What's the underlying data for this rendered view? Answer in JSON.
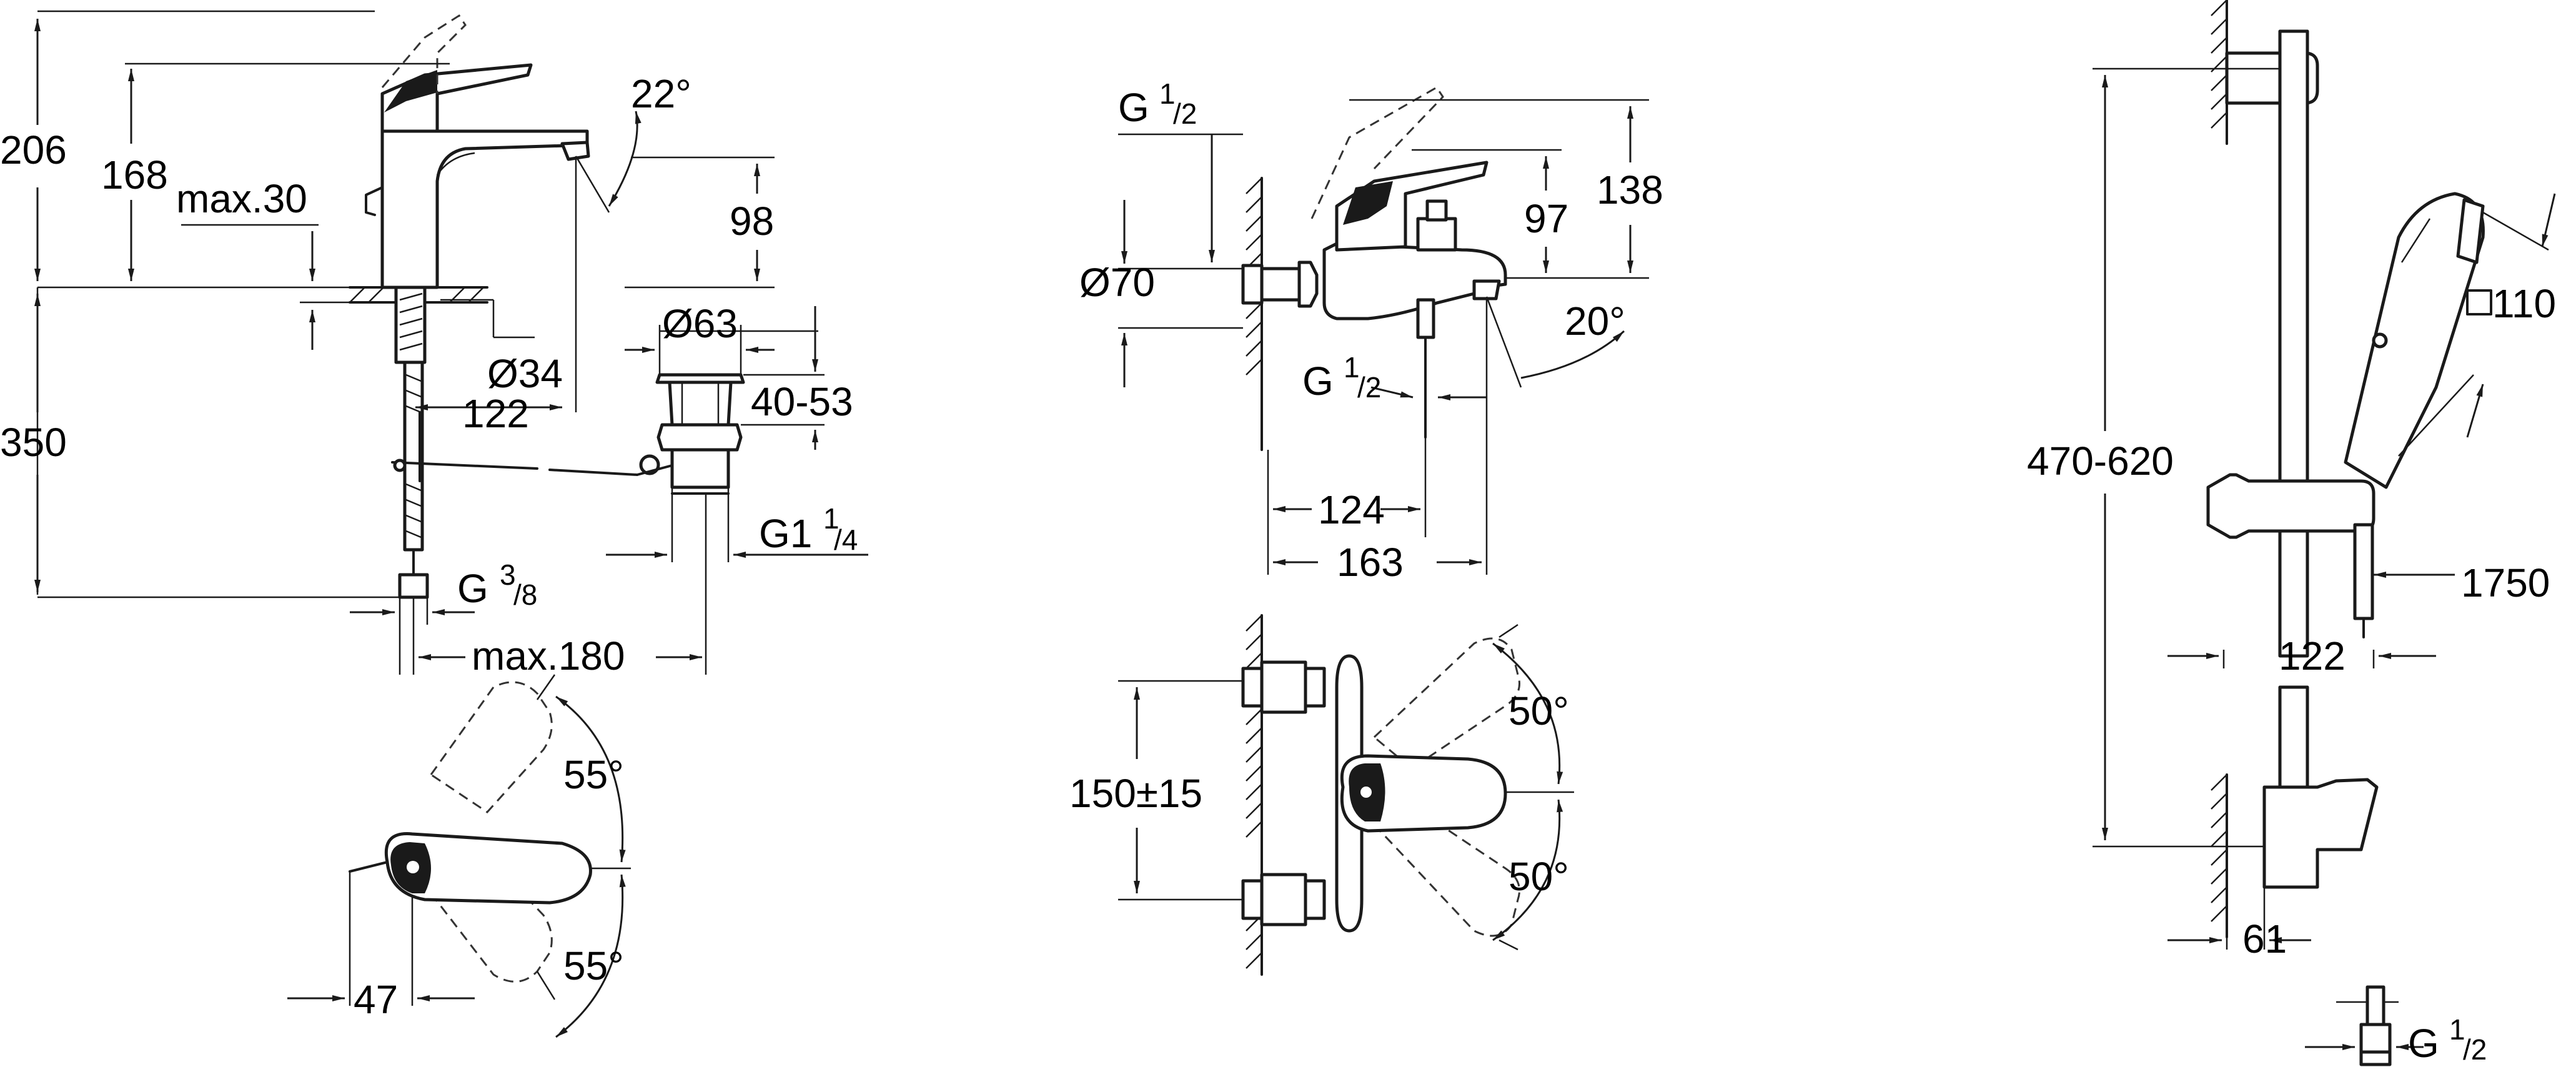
{
  "labels": {
    "d206": "206",
    "d168": "168",
    "d350": "350",
    "max30": "max.30",
    "d98": "98",
    "a22": "22°",
    "o34": "Ø34",
    "o63": "Ø63",
    "d122a": "122",
    "r4053": "40-53",
    "g1": "G1",
    "g1sup": "1",
    "g1sub": "/4",
    "g38": "G",
    "g38sup": "3",
    "g38sub": "/8",
    "max180": "max.180",
    "a55a": "55°",
    "a55b": "55°",
    "d47": "47",
    "g12a": "G",
    "g12asup": "1",
    "g12asub": "/2",
    "o70": "Ø70",
    "d97": "97",
    "d138": "138",
    "a20": "20°",
    "g12b": "G",
    "g12bsup": "1",
    "g12bsub": "/2",
    "d124": "124",
    "d163": "163",
    "p150": "150±15",
    "a50a": "50°",
    "a50b": "50°",
    "r470": "470-620",
    "sq110": "110",
    "d1750": "1750",
    "d122b": "122",
    "d61": "61",
    "g12c": "G",
    "g12csup": "1",
    "g12csub": "/2"
  }
}
